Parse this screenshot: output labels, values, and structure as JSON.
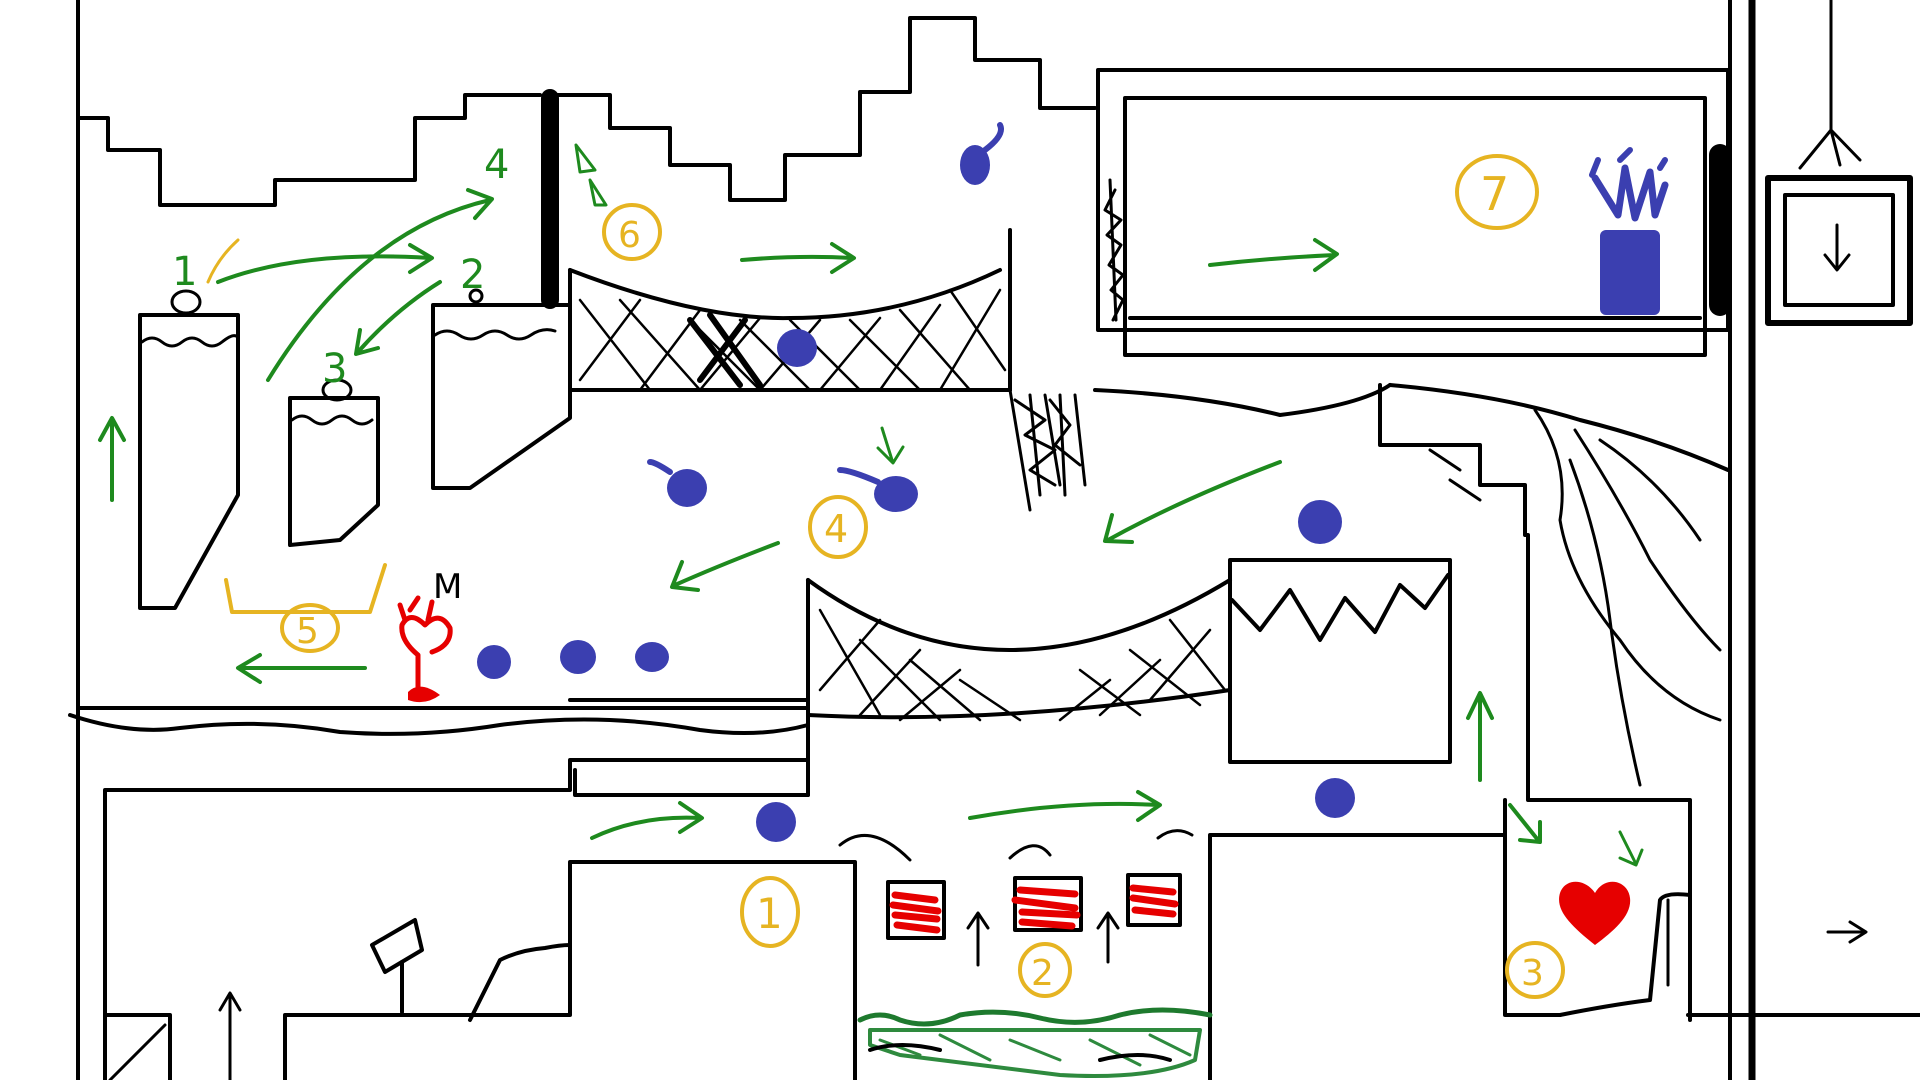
{
  "markers": {
    "jump_numbers": [
      "1",
      "2",
      "3",
      "4"
    ],
    "area_numbers": [
      "1",
      "2",
      "3",
      "4",
      "5",
      "6",
      "7"
    ],
    "character_label": "M"
  },
  "colors": {
    "path_arrows": "#1e8a1e",
    "area_markers": "#e6b422",
    "collectibles": "#3b3fb0",
    "hazards": "#e60000",
    "outline": "#000000"
  },
  "icons": {
    "elevator": "down-arrow-icon",
    "exit": "right-arrow-icon",
    "heart": "heart-icon",
    "crown": "crown-icon"
  }
}
